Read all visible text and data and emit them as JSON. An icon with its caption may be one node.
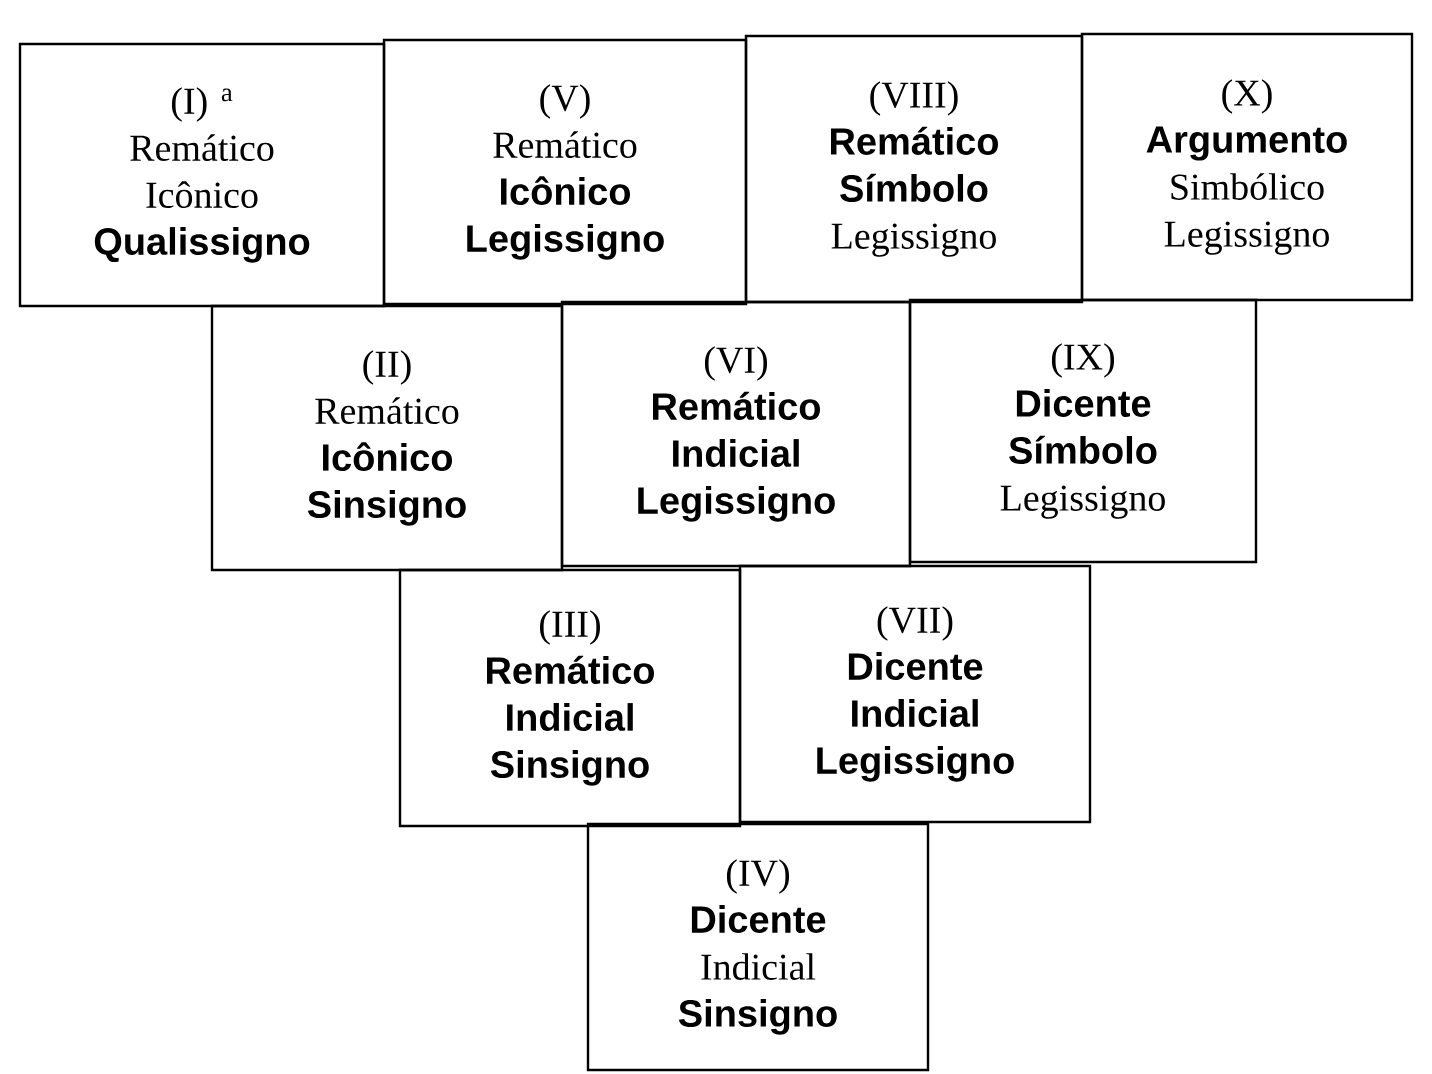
{
  "diagram": {
    "nodes": [
      {
        "text": [
          "(I) $^{a}$",
          "Remático",
          "Icônico",
          "**Qualissigno**"
        ]
      },
      {
        "text": [
          "(V)",
          "Remático",
          "**Icônico**",
          "**Legissigno**"
        ]
      },
      {
        "text": [
          "(VIII)",
          "**Remático**",
          "**Símbolo**",
          "Legissigno"
        ]
      },
      {
        "text": [
          "(X)",
          "**Argumento**",
          "Simbólico",
          "Legissigno"
        ]
      },
      {
        "text": [
          "(II)",
          "Remático",
          "**Icônico**",
          "**Sinsigno**"
        ]
      },
      {
        "text": [
          "(VI)",
          "**Remático**",
          "**Indicial**",
          "**Legissigno**"
        ]
      },
      {
        "text": [
          "(IX)",
          "**Dicente**",
          "**Símbolo**",
          "Legissigno"
        ]
      },
      {
        "text": [
          "(III)",
          "**Remático**",
          "**Indicial**",
          "**Sinsigno**"
        ]
      },
      {
        "text": [
          "(VII)",
          "**Dicente**",
          "**Indicial**",
          "**Legissigno**"
        ]
      },
      {
        "text": [
          "(IV)",
          "**Dicente**",
          "Indicial",
          "**Sinsigno**"
        ]
      }
    ]
  }
}
